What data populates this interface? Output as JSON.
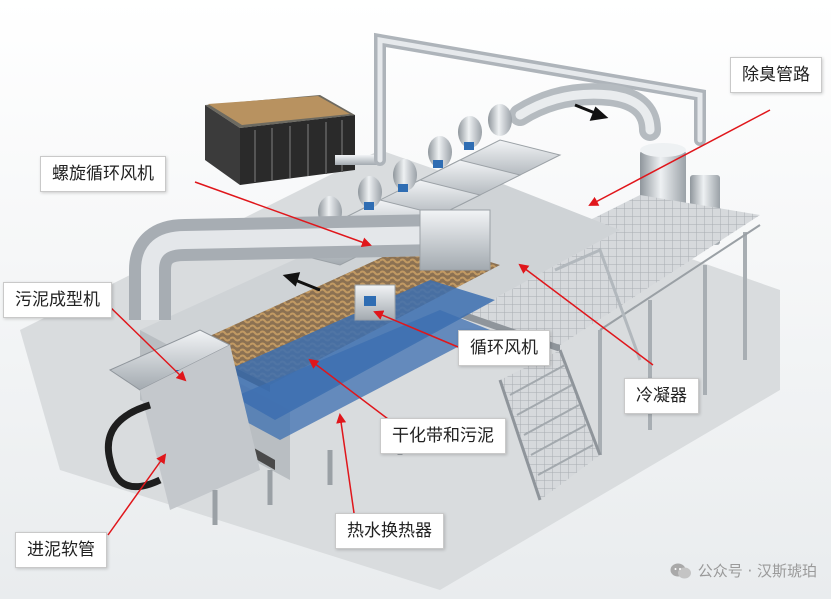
{
  "labels": {
    "deodor_pipe": "除臭管路",
    "spiral_fan": "螺旋循环风机",
    "sludge_former": "污泥成型机",
    "circulation_fan": "循环风机",
    "condenser": "冷凝器",
    "belt_and_sludge": "干化带和污泥",
    "inlet_hose": "进泥软管",
    "hot_water_exchanger": "热水换热器"
  },
  "watermark": "公众号 · 汉斯琥珀",
  "colors": {
    "arrow": "#e0161b",
    "steel": "#c7cbcf",
    "frame": "#9fa5aa",
    "belt": "#7a6a55",
    "sludge": "#b08d5a"
  }
}
